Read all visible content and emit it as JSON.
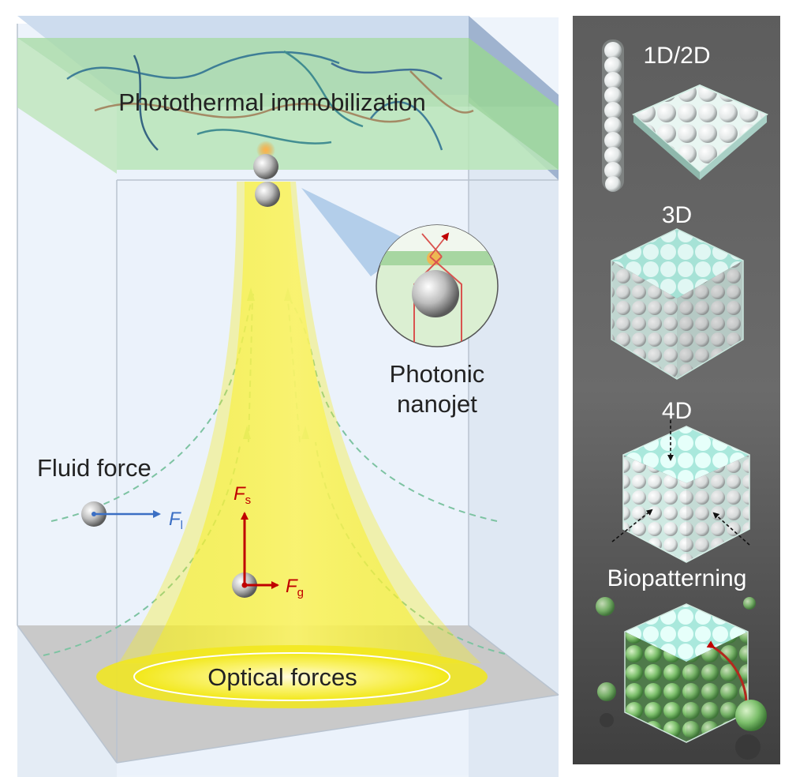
{
  "labels": {
    "photothermal": "Photothermal immobilization",
    "photonic_line1": "Photonic",
    "photonic_line2": "nanojet",
    "fluid_force": "Fluid force",
    "optical_forces": "Optical forces",
    "force_l": "F",
    "force_l_sub": "l",
    "force_s": "F",
    "force_s_sub": "s",
    "force_g": "F",
    "force_g_sub": "g"
  },
  "panel": {
    "d12": "1D/2D",
    "d3": "3D",
    "d4": "4D",
    "bio": "Biopatterning"
  },
  "colors": {
    "yellow_beam": "#f7ef3a",
    "green_hydrogel": "#9fd9a4",
    "force_red": "#c00000",
    "force_blue": "#3b6fc4",
    "panel_bg": "#4a4a4a",
    "floor_gray": "#c9c9c9"
  }
}
